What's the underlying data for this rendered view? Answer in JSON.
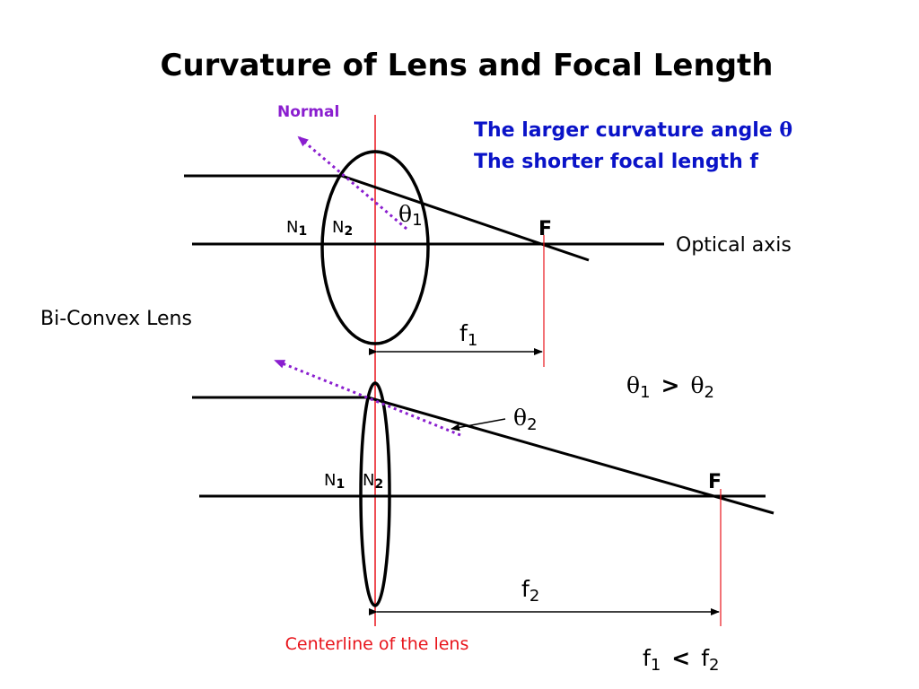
{
  "title": "Curvature of Lens and Focal Length",
  "note_line1": "The larger curvature angle ",
  "note_theta": "θ",
  "note_line2": "The shorter focal length f",
  "normal_label": "Normal",
  "lens_label": "Bi-Convex Lens",
  "axis_label": "Optical axis",
  "centerline_label": "Centerline of the lens",
  "focus_label": "F",
  "n1": {
    "letter": "N",
    "sub": "1"
  },
  "n2": {
    "letter": "N",
    "sub": "2"
  },
  "theta1": {
    "symbol": "θ",
    "sub": "1"
  },
  "theta2": {
    "symbol": "θ",
    "sub": "2"
  },
  "f1": {
    "symbol": "f",
    "sub": "1"
  },
  "f2": {
    "symbol": "f",
    "sub": "2"
  },
  "compare_theta": {
    "left_sym": "θ",
    "left_sub": "1",
    "op": ">",
    "right_sym": "θ",
    "right_sub": "2"
  },
  "compare_f": {
    "left_sym": "f",
    "left_sub": "1",
    "op": "<",
    "right_sym": "f",
    "right_sub": "2"
  },
  "colors": {
    "ray": "#000000",
    "normal": "#8a1ecf",
    "centerline": "#e8141b",
    "note": "#0a13c8"
  }
}
